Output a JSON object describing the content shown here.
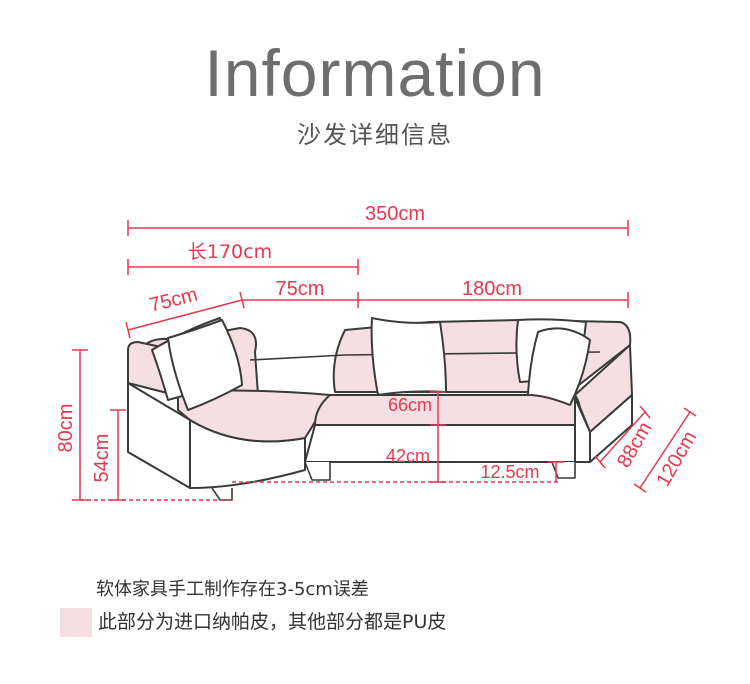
{
  "header": {
    "title": "Information",
    "subtitle": "沙发详细信息"
  },
  "dimensions": {
    "total_length": "350cm",
    "left_length": "长170cm",
    "corner_side": "75cm",
    "middle_segment": "75cm",
    "right_segment": "180cm",
    "total_height": "80cm",
    "arm_height": "54cm",
    "back_seat_height": "66cm",
    "seat_height": "42cm",
    "leg_height": "12.5cm",
    "seat_depth": "88cm",
    "overall_depth": "120cm"
  },
  "notes": {
    "tolerance": "软体家具手工制作存在3-5cm误差",
    "legend": "此部分为进口纳帕皮，其他部分都是PU皮"
  },
  "colors": {
    "accent_red": "#e8384f",
    "leather_pink": "#f6dfe2",
    "outline": "#3a3a3a"
  }
}
